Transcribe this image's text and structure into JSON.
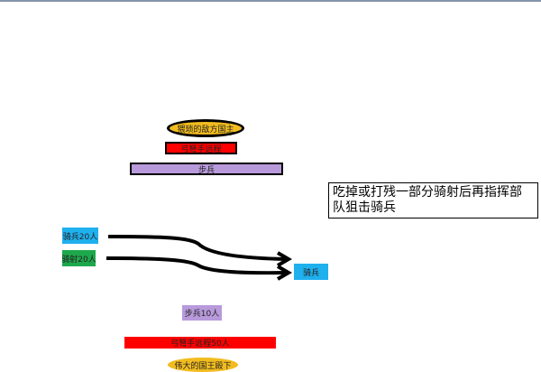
{
  "enemy": {
    "king": "猥琐的敌方国主",
    "archers": "弓弩手远程",
    "infantry": "步兵"
  },
  "ally": {
    "cavalry": "骑兵20人",
    "horse_archers": "骑射20人",
    "infantry": "步兵10人",
    "archers": "弓弩手远程50人",
    "king": "伟大的国王殿下"
  },
  "target": "骑兵",
  "note": "吃掉或打残一部分骑射后再指挥部队狙击骑兵",
  "colors": {
    "gold": "#f2bc1f",
    "red": "#ff0000",
    "purple": "#b89adb",
    "blue": "#1fb0ee",
    "green": "#1ea84c"
  }
}
